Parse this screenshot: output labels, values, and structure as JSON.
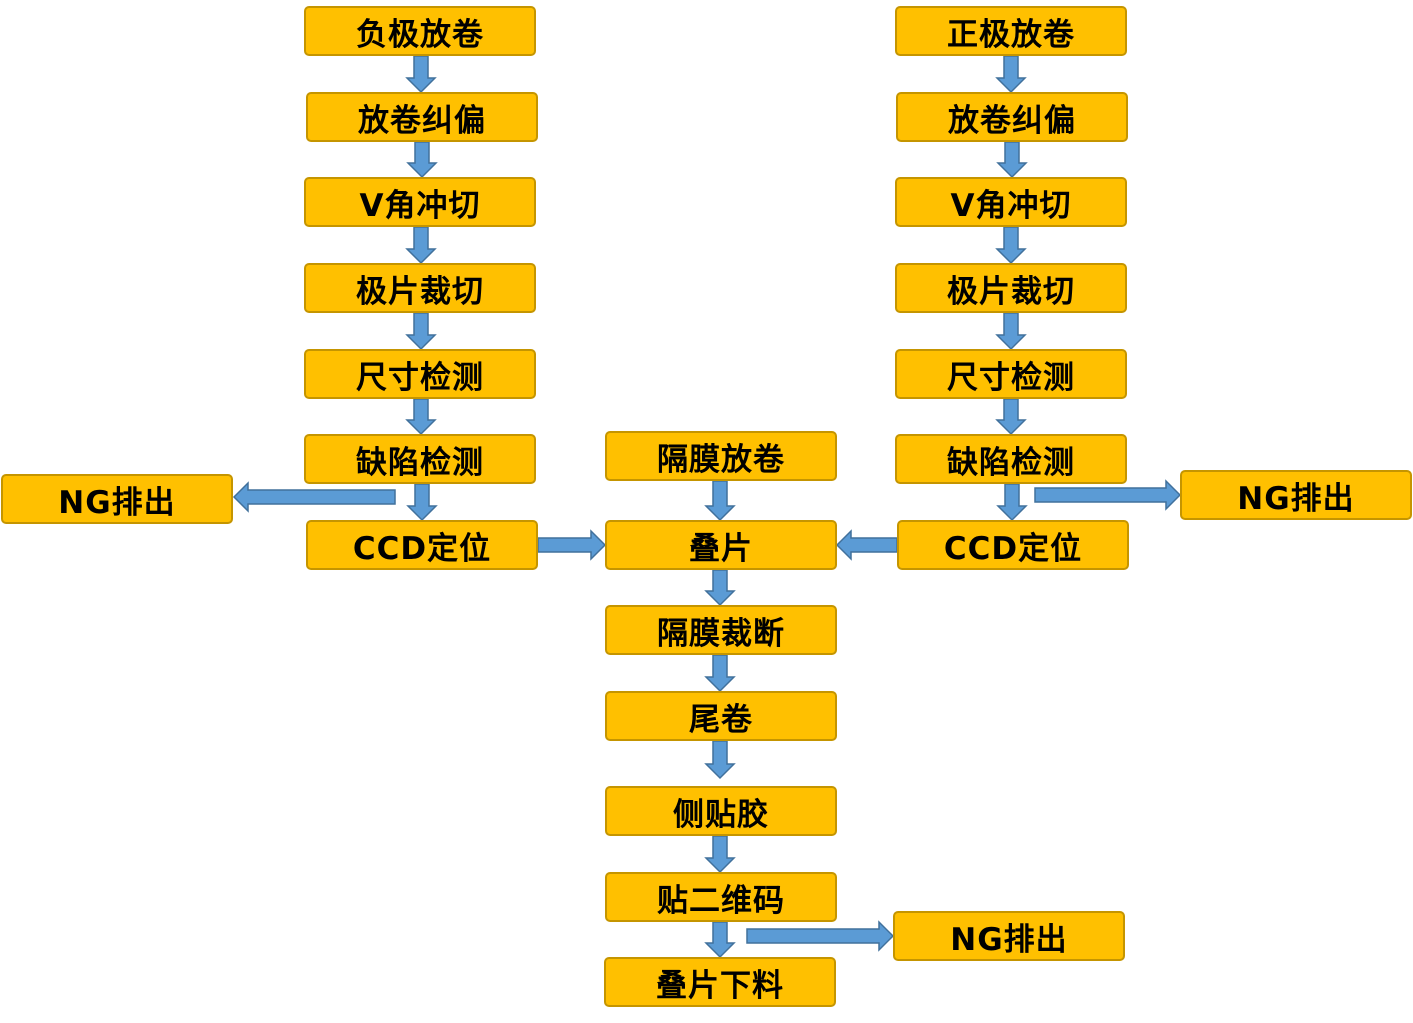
{
  "colors": {
    "box_fill": "#FFC000",
    "box_border": "#C59500",
    "arrow_fill": "#5B9BD5",
    "arrow_stroke": "#41719C",
    "text": "#000000"
  },
  "diagram": {
    "anode_line": {
      "unwind": "负极放卷",
      "edge_correction": "放卷纠偏",
      "v_notch": "V角冲切",
      "sheet_cutting": "极片裁切",
      "size_inspection": "尺寸检测",
      "defect_inspection": "缺陷检测",
      "ccd_positioning": "CCD定位",
      "ng_reject": "NG排出"
    },
    "cathode_line": {
      "unwind": "正极放卷",
      "edge_correction": "放卷纠偏",
      "v_notch": "V角冲切",
      "sheet_cutting": "极片裁切",
      "size_inspection": "尺寸检测",
      "defect_inspection": "缺陷检测",
      "ccd_positioning": "CCD定位",
      "ng_reject": "NG排出"
    },
    "center_line": {
      "separator_unwind": "隔膜放卷",
      "stacking": "叠片",
      "separator_cutting": "隔膜裁断",
      "tail_winding": "尾卷",
      "side_taping": "侧贴胶",
      "qr_labeling": "贴二维码",
      "stack_unloading": "叠片下料",
      "ng_reject": "NG排出"
    }
  }
}
